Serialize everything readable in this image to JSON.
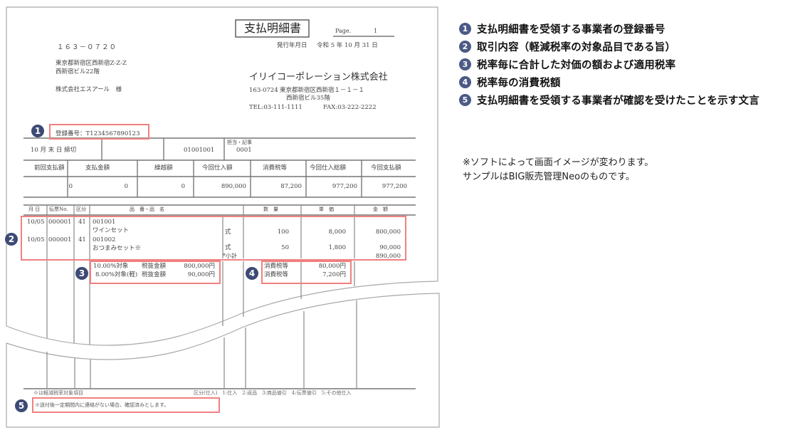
{
  "document": {
    "title": "支払明細書",
    "page_label": "Page.",
    "page_number": "1",
    "issue_date_label": "発行年月日",
    "issue_date": "令和 5 年 10 月 31 日",
    "recipient": {
      "postal_code": "１６３－０７２０",
      "address_line1": "東京都新宿区西新宿Z-Z-Z",
      "address_line2": "西新宿ビル22階",
      "name": "株式会社エスアール　様"
    },
    "issuer": {
      "name": "イリイコーポレーション株式会社",
      "postal_code": "163-0724",
      "address_line1": "東京都新宿区西新宿１－１－１",
      "address_line2": "西新宿ビル35階",
      "tel": "TEL:03-111-1111",
      "fax": "FAX:03-222-2222"
    },
    "registration_number": "登録番号：T1234567890123",
    "closing": "10 月 末 日 締切",
    "code": "01001001",
    "staff_label": "担当・記事",
    "staff_code": "0001",
    "summary": {
      "headers": [
        "前回支払額",
        "支払金額",
        "繰越額",
        "今回仕入額",
        "消費税等",
        "今回仕入総額",
        "今回支払額"
      ],
      "values": [
        "0",
        "0",
        "0",
        "890,000",
        "87,200",
        "977,200",
        "977,200"
      ]
    },
    "detail_headers": {
      "date": "月 日",
      "slip_no": "伝票No.",
      "category": "区分",
      "item": "品　番・品　名",
      "quantity": "数　量",
      "unit_price": "単　価",
      "amount": "金　額"
    },
    "lines": [
      {
        "date": "10/05",
        "slip_no": "000001",
        "category": "41",
        "item_code": "001001",
        "item_name": "ワインセット",
        "unit": "式",
        "quantity": "100",
        "unit_price": "8,000",
        "amount": "800,000"
      },
      {
        "date": "10/05",
        "slip_no": "000001",
        "category": "41",
        "item_code": "001002",
        "item_name": "おつまみセット※",
        "unit": "式",
        "quantity": "50",
        "unit_price": "1,800",
        "amount": "90,000"
      }
    ],
    "subtotal_label": "*小計",
    "subtotal_amount": "890,000",
    "tax_rate_totals": [
      {
        "label": "10.00%対象",
        "type": "税抜金額",
        "amount": "800,000円"
      },
      {
        "label": "8.00%対象(軽)",
        "type": "税抜金額",
        "amount": "90,000円"
      }
    ],
    "tax_amounts": [
      {
        "label": "消費税等",
        "amount": "80,000円"
      },
      {
        "label": "消費税等",
        "amount": "7,200円"
      }
    ],
    "footer_note": "※は軽減税率対象項目",
    "category_legend": "区分(仕入)　1:仕入　2:返品　3:商品値引　4:伝票値引　5:その他仕入",
    "confirmation_note": "※送付後一定期間内に連絡がない場合、確認済みとします。"
  },
  "badges": [
    "1",
    "2",
    "3",
    "4",
    "5"
  ],
  "legend": [
    {
      "num": "1",
      "text": "支払明細書を受領する事業者の登録番号"
    },
    {
      "num": "2",
      "text": "取引内容（軽減税率の対象品目である旨）"
    },
    {
      "num": "3",
      "text": "税率毎に合計した対価の額および適用税率"
    },
    {
      "num": "4",
      "text": "税率毎の消費税額"
    },
    {
      "num": "5",
      "text": "支払明細書を受領する事業者が確認を受けたことを示す文言"
    }
  ],
  "note": {
    "line1": "※ソフトによって画面イメージが変わります。",
    "line2": "サンプルはBIG販売管理Neoのものです。"
  },
  "colors": {
    "highlight": "#f08080",
    "badge": "#3d4a75",
    "rule": "#888888"
  }
}
